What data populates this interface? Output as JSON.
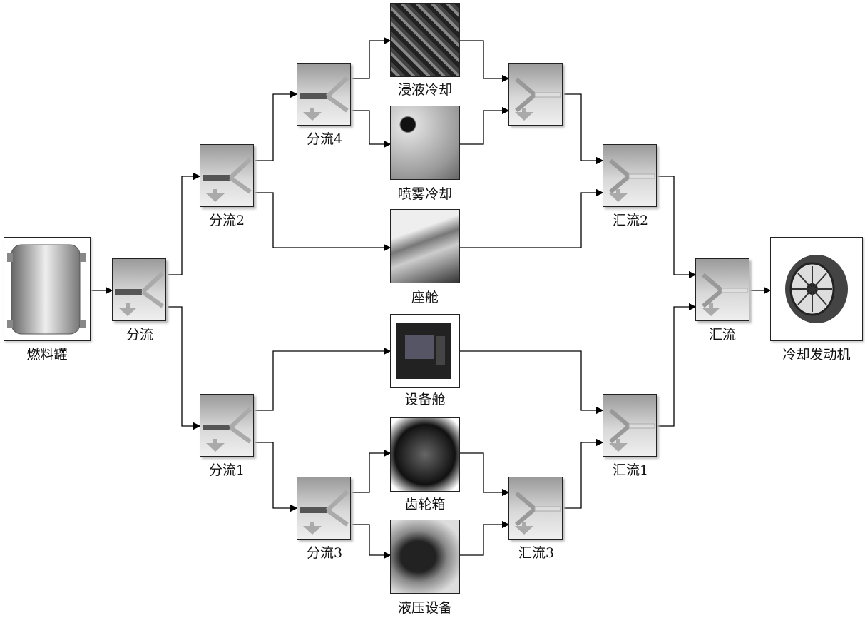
{
  "blocks": {
    "tank": "燃料罐",
    "split": "分流",
    "split1": "分流1",
    "split2": "分流2",
    "split3": "分流3",
    "split4": "分流4",
    "immersion": "浸液冷却",
    "spray": "喷雾冷却",
    "cockpit": "座舱",
    "equipment_bay": "设备舱",
    "gearbox": "齿轮箱",
    "hydraulic": "液压设备",
    "merge": "汇流",
    "merge1": "汇流1",
    "merge2": "汇流2",
    "merge3": "汇流3",
    "engine": "冷却发动机"
  }
}
